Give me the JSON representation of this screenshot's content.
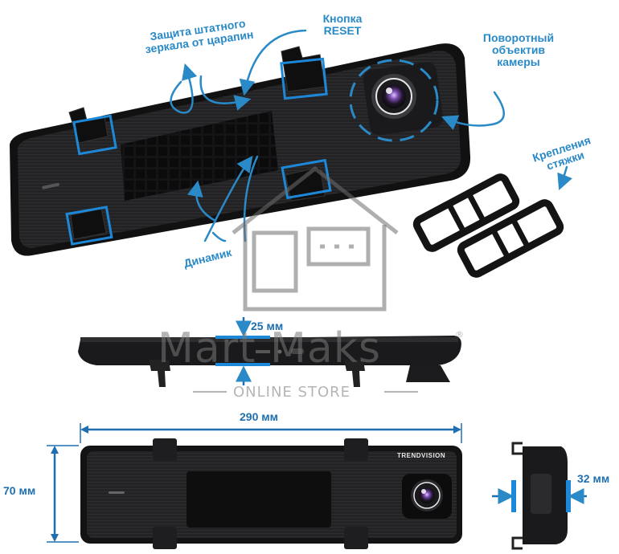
{
  "annotations": {
    "mirror_protection": [
      "Защита штатного",
      "зеркала от царапин"
    ],
    "reset_button": [
      "Кнопка",
      "RESET"
    ],
    "rotating_lens": [
      "Поворотный",
      "объектив",
      "камеры"
    ],
    "strap_mounts": [
      "Крепления",
      "стяжки"
    ],
    "speaker": "Динамик"
  },
  "dimensions": {
    "thickness": "25 мм",
    "width": "290 мм",
    "height": "70 мм",
    "depth": "32 мм"
  },
  "brand": "TRENDVISION",
  "watermark": {
    "name": "Mart Maks",
    "registered": "®",
    "subtitle": "ONLINE STORE"
  },
  "colors": {
    "accent": "#2a89c7",
    "device": "#1c1c1e",
    "bracket_highlight": "#1e88d8"
  }
}
